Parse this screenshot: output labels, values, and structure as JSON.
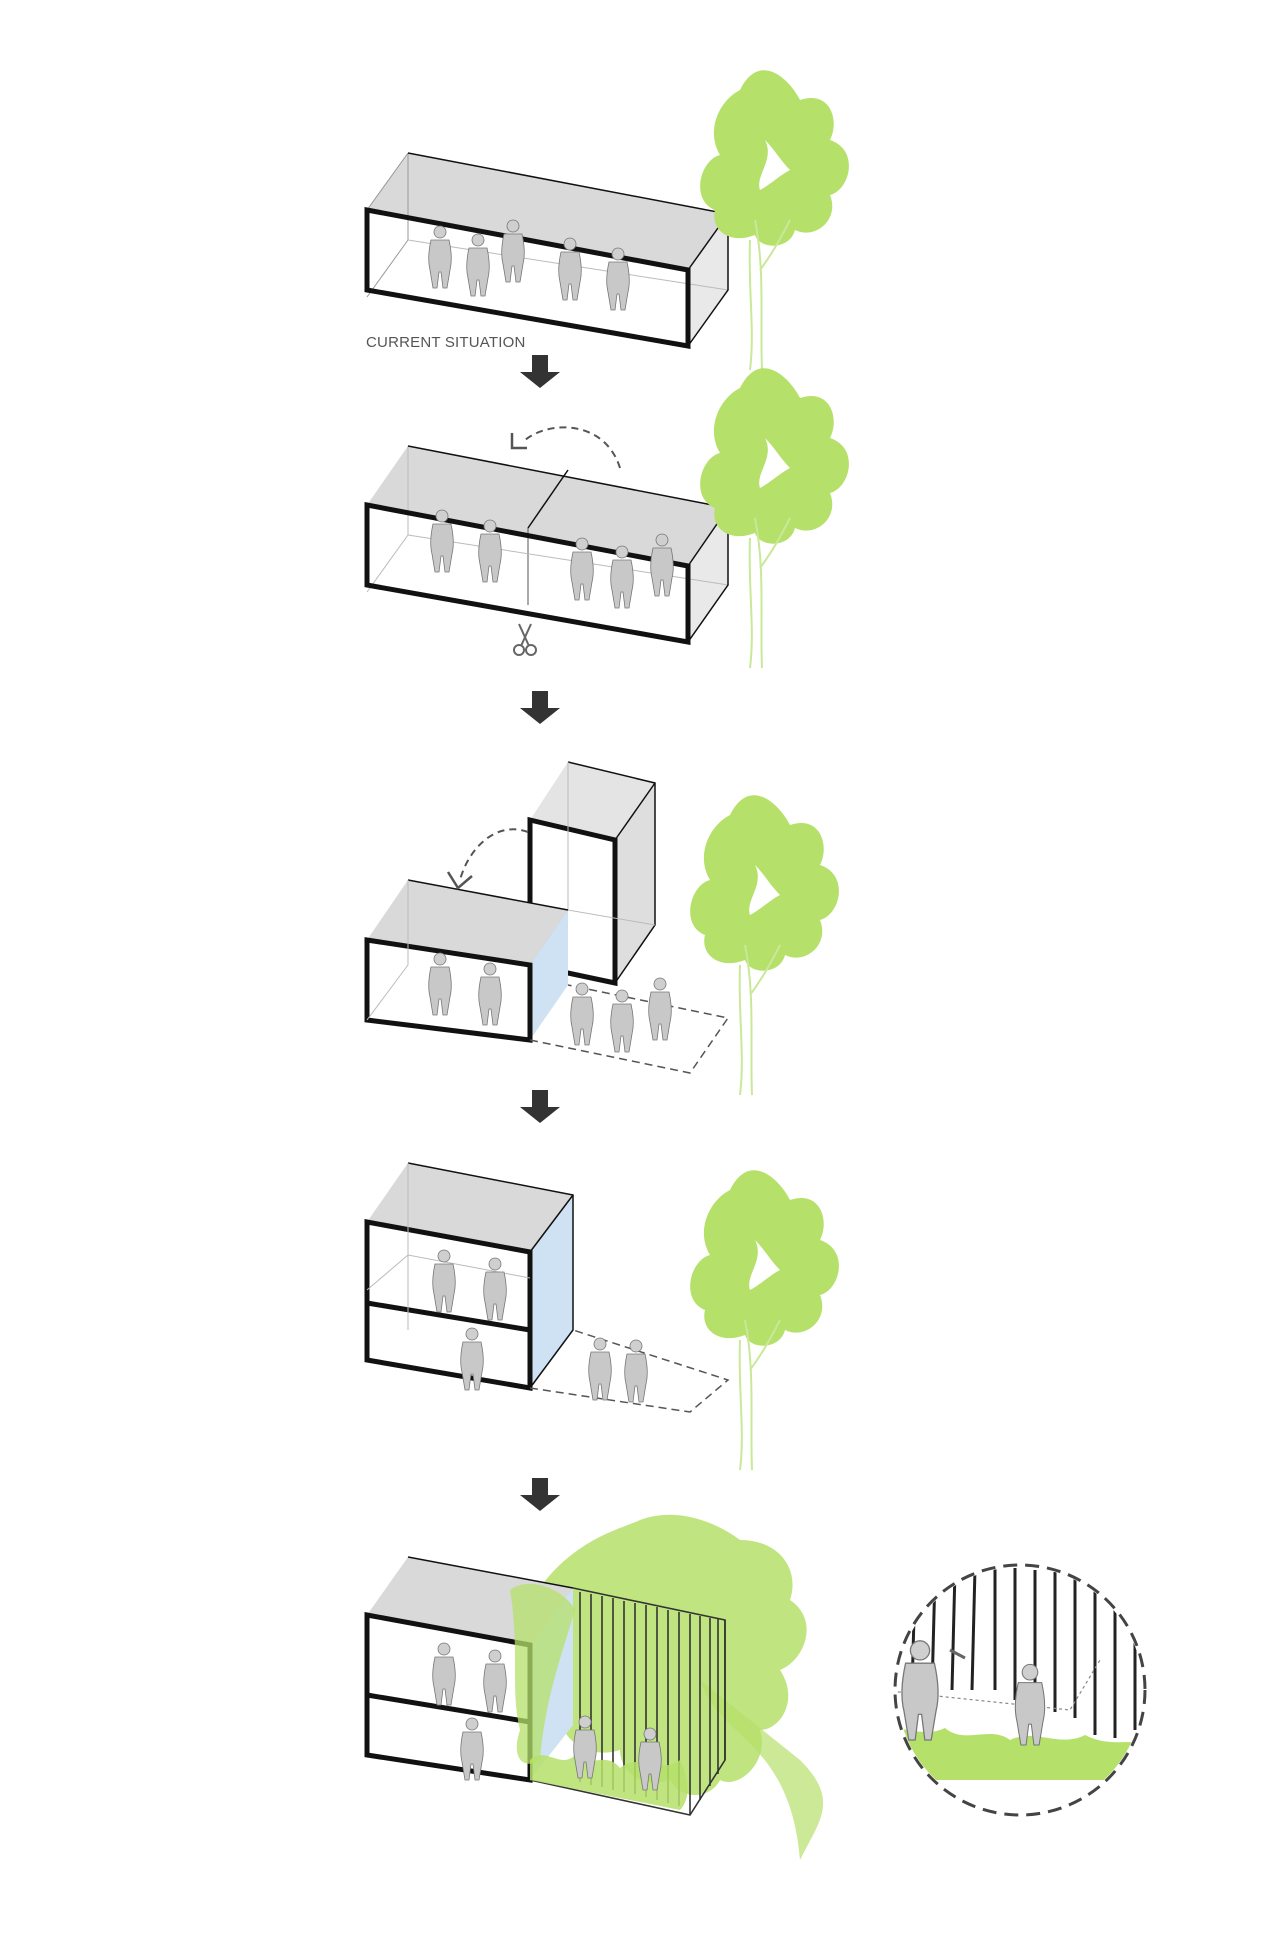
{
  "caption": "CURRENT SITUATION",
  "steps": [
    {
      "id": "step-1",
      "description_hidden": false
    },
    {
      "id": "step-2"
    },
    {
      "id": "step-3"
    },
    {
      "id": "step-4"
    },
    {
      "id": "step-5"
    }
  ],
  "colors": {
    "roof": "#d9d9d9",
    "side": "#e6e6e6",
    "outline": "#111111",
    "person": "#c8c8c8",
    "tree": "#b5e06a",
    "glass": "#cfe2f3",
    "arrow": "#333333",
    "dashed": "#555555"
  },
  "icons": {
    "down_arrow": "down-arrow-icon",
    "rotate_arrow": "rotate-arrow-icon",
    "scissors": "scissors-icon"
  }
}
